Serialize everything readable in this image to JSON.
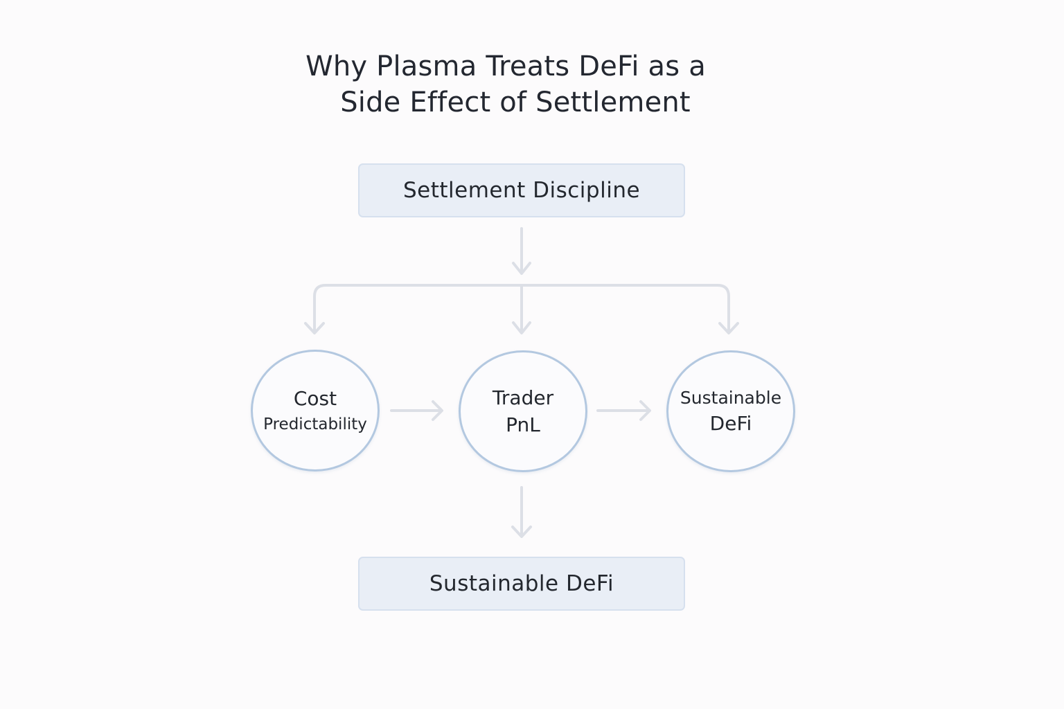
{
  "diagram": {
    "title_lines": [
      "Why Plasma Treats DeFi as a",
      "Side Effect of Settlement"
    ],
    "top_node": {
      "label": "Settlement Discipline"
    },
    "middle_nodes": [
      {
        "line1": "Cost",
        "line2": "Predictability"
      },
      {
        "line1": "Trader",
        "line2": "PnL"
      },
      {
        "line1": "Sustainable",
        "line2": "DeFi"
      }
    ],
    "bottom_node": {
      "label": "Sustainable DeFi"
    },
    "edges": [
      {
        "from": "Settlement Discipline",
        "to": "Cost Predictability"
      },
      {
        "from": "Settlement Discipline",
        "to": "Trader PnL"
      },
      {
        "from": "Settlement Discipline",
        "to": "Sustainable DeFi (circle)"
      },
      {
        "from": "Cost Predictability",
        "to": "Trader PnL"
      },
      {
        "from": "Trader PnL",
        "to": "Sustainable DeFi (circle)"
      },
      {
        "from": "Trader PnL",
        "to": "Sustainable DeFi"
      }
    ],
    "colors": {
      "background": "#fcfbfc",
      "box_fill": "#e9eef6",
      "box_border": "#d6e0ee",
      "circle_border": "#b3c8e0",
      "arrow": "#dcdfe6",
      "text": "#23272e"
    }
  }
}
